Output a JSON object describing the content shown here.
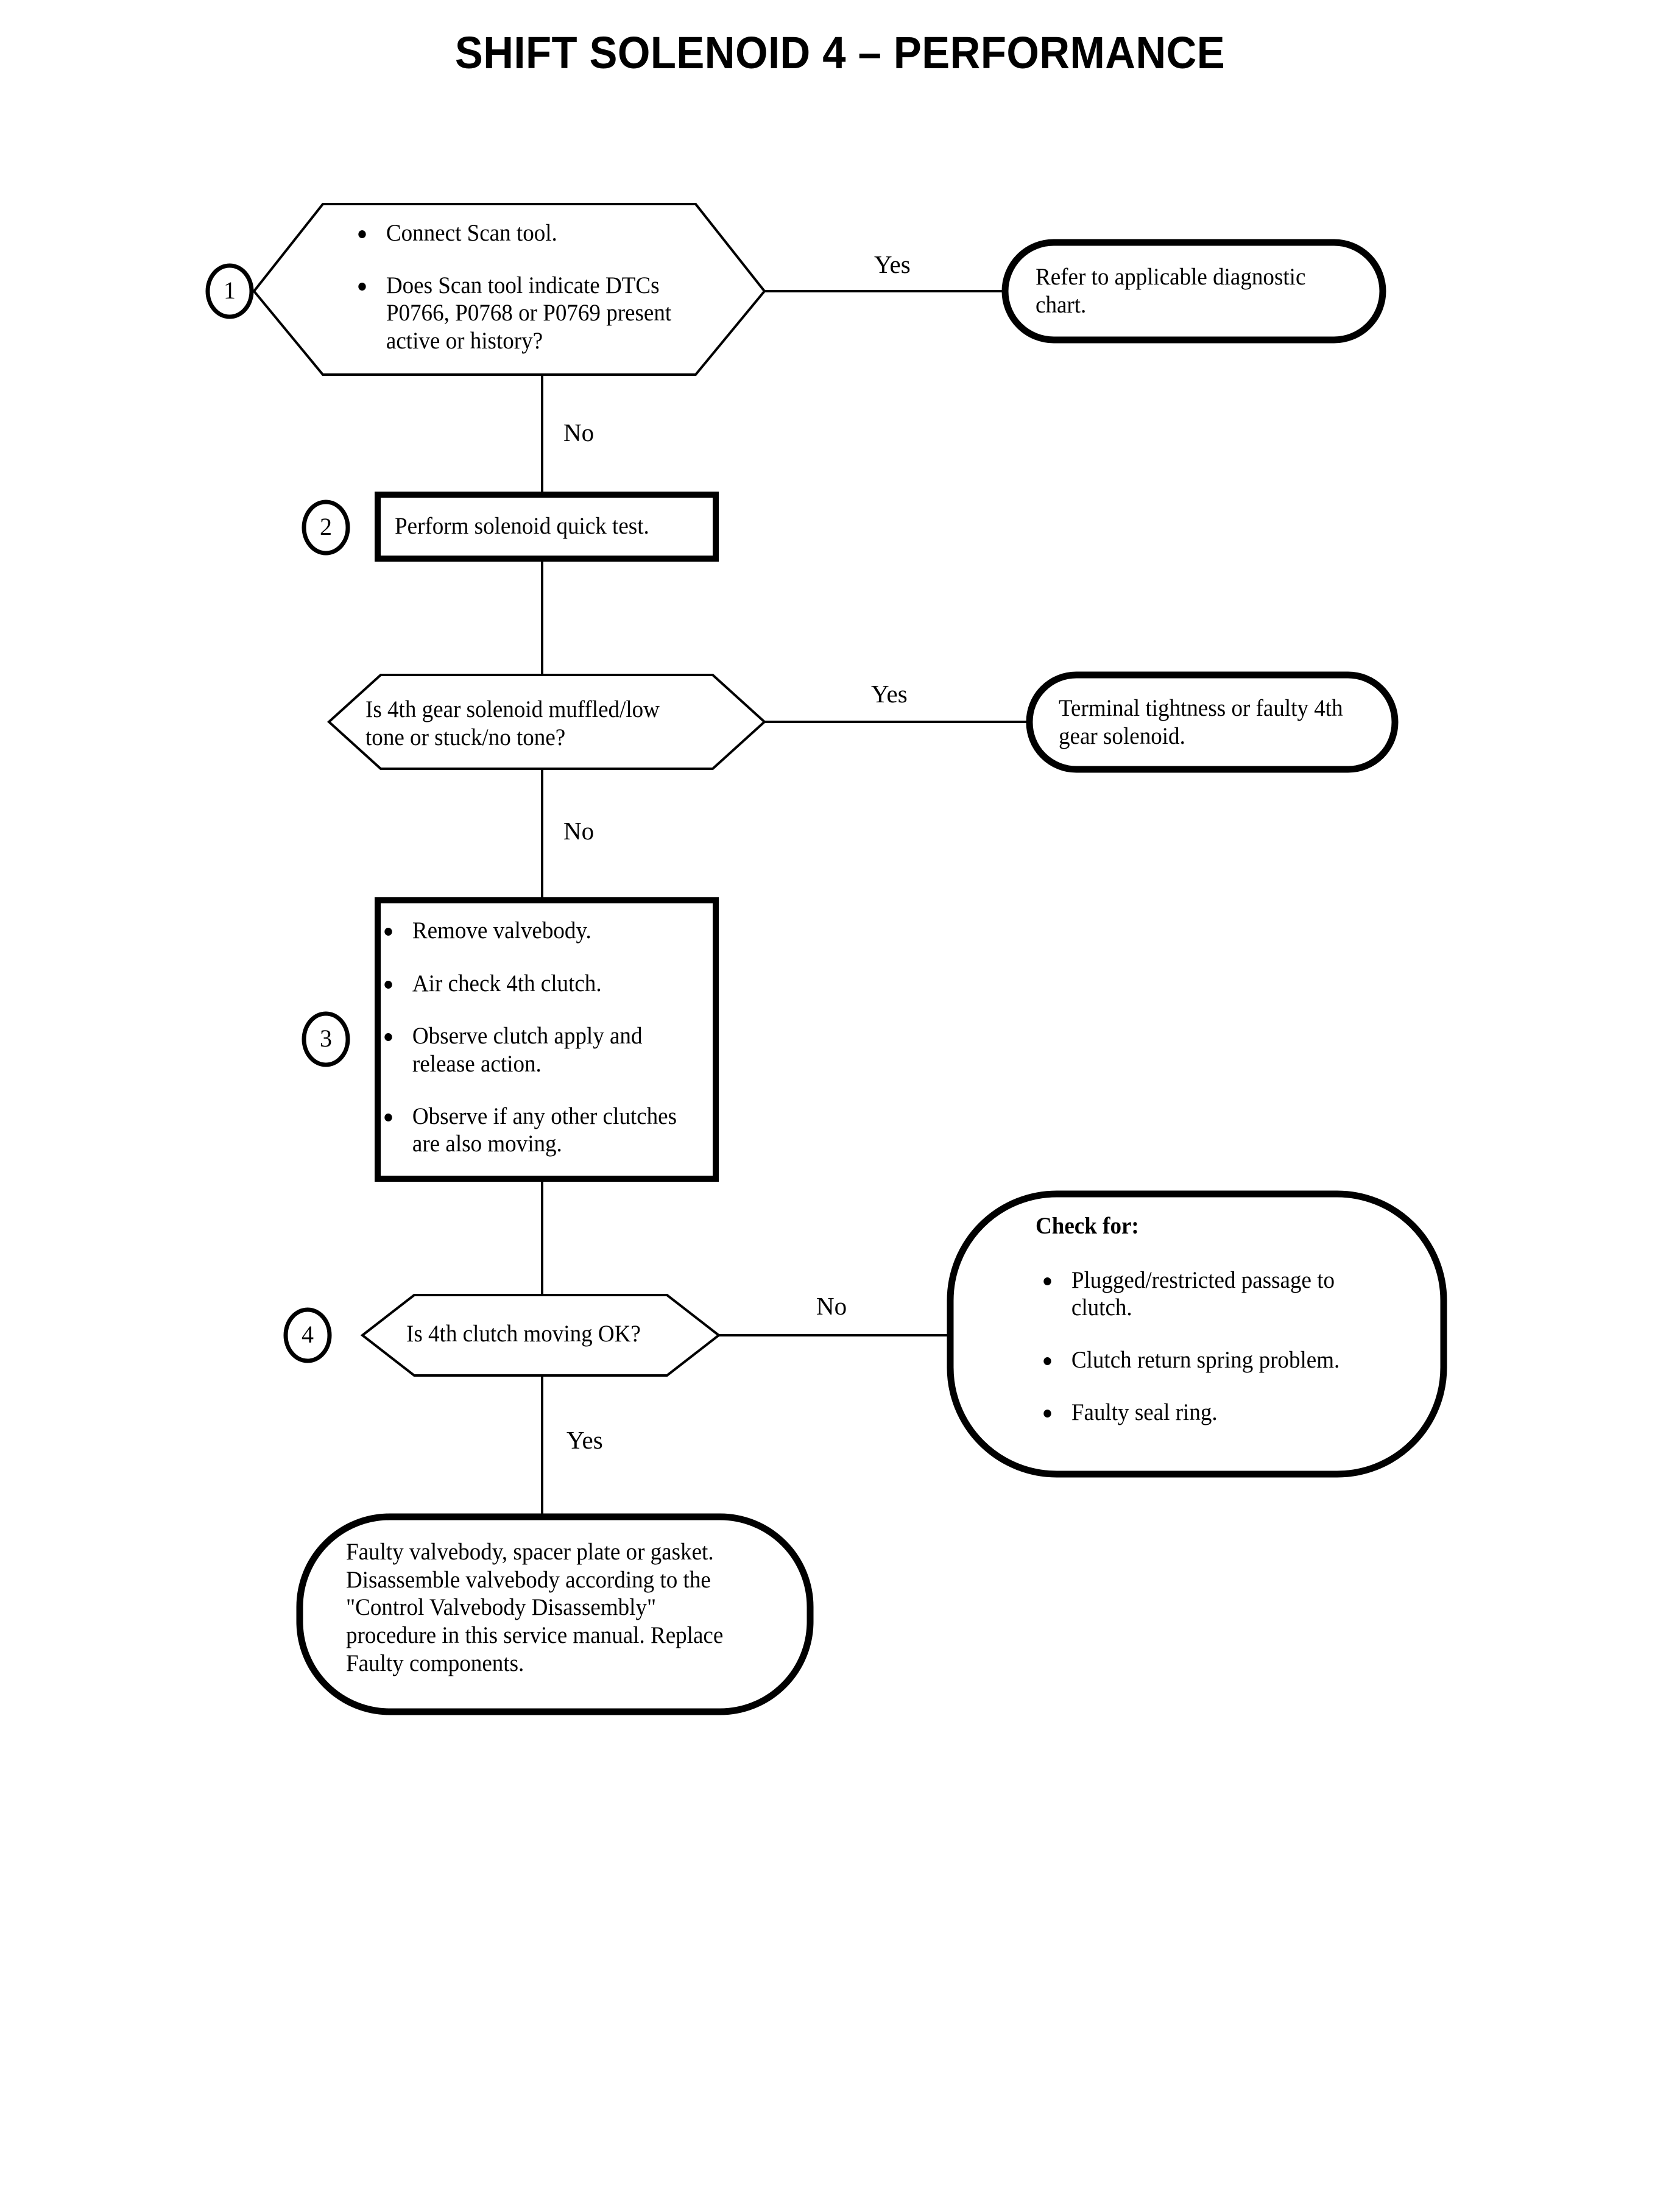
{
  "title": "SHIFT SOLENOID 4 – PERFORMANCE",
  "nodes": {
    "step1": {
      "marker": "1",
      "shape": "hexagon",
      "bullets": [
        "Connect Scan tool.",
        "Does Scan tool indicate DTCs P0766, P0768 or P0769 present active or history?"
      ]
    },
    "result1": {
      "shape": "stadium",
      "text": "Refer to applicable diagnostic chart."
    },
    "step2": {
      "marker": "2",
      "shape": "rect",
      "text": "Perform solenoid quick test."
    },
    "decision2": {
      "shape": "hexagon",
      "text": "Is 4th gear solenoid muffled/low tone or stuck/no tone?"
    },
    "result2": {
      "shape": "stadium",
      "text": "Terminal tightness or faulty 4th gear solenoid."
    },
    "step3": {
      "marker": "3",
      "shape": "rect",
      "bullets": [
        "Remove valvebody.",
        "Air check 4th clutch.",
        "Observe clutch apply and release action.",
        "Observe if any other clutches are also moving."
      ]
    },
    "step4": {
      "marker": "4",
      "shape": "hexagon",
      "text": "Is 4th clutch moving OK?"
    },
    "result4": {
      "shape": "stadium",
      "heading": "Check for:",
      "bullets": [
        "Plugged/restricted passage to clutch.",
        "Clutch return spring problem.",
        "Faulty seal ring."
      ]
    },
    "result_final": {
      "shape": "stadium",
      "text": "Faulty valvebody, spacer plate or gasket.  Disassemble valvebody according to the \"Control Valvebody Disassembly\" procedure in this service manual.  Replace Faulty components."
    }
  },
  "edges": {
    "e1_yes": "Yes",
    "e1_no": "No",
    "e2_yes": "Yes",
    "e2_no": "No",
    "e4_no": "No",
    "e4_yes": "Yes"
  },
  "colors": {
    "stroke": "#000000",
    "background": "#ffffff"
  }
}
